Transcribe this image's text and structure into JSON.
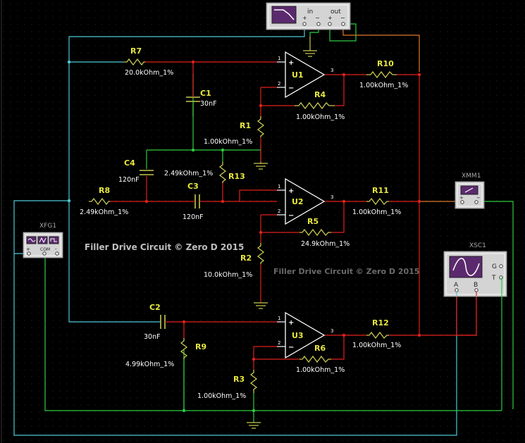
{
  "title": "Filler Drive Circuit © Zero D 2015",
  "watermark": "Filler Drive Circuit © Zero D 2015",
  "colors": {
    "background": "#000000",
    "grid": "#3a3a3a",
    "wire_red": "#e0201c",
    "wire_cyan": "#4ec9d8",
    "wire_green": "#2ecc40",
    "wire_orange": "#e0782a",
    "component": "#c8c850",
    "label": "#e8e840",
    "value": "#ffffff"
  },
  "instruments": {
    "bode": {
      "in_label": "in",
      "out_label": "out",
      "icon": "bode-curve-icon"
    },
    "xmm1": {
      "label": "XMM1",
      "icon": "multimeter-icon"
    },
    "xfg1": {
      "label": "XFG1",
      "icon": "waveform-icon",
      "pins": [
        "+",
        "COM",
        "-"
      ]
    },
    "xsc1": {
      "label": "XSC1",
      "icon": "sine-wave-icon",
      "a_label": "A",
      "b_label": "B",
      "g_label": "G",
      "t_label": "T"
    }
  },
  "opamps": [
    {
      "ref": "U1",
      "pin_in_plus": "1",
      "pin_in_minus": "2",
      "pin_out": "3"
    },
    {
      "ref": "U2",
      "pin_in_plus": "1",
      "pin_in_minus": "2",
      "pin_out": "3"
    },
    {
      "ref": "U3",
      "pin_in_plus": "1",
      "pin_in_minus": "2",
      "pin_out": "3"
    }
  ],
  "resistors": [
    {
      "ref": "R7",
      "value": "20.0kOhm_1%"
    },
    {
      "ref": "R10",
      "value": "1.00kOhm_1%"
    },
    {
      "ref": "R4",
      "value": "1.00kOhm_1%"
    },
    {
      "ref": "R1",
      "value": "1.00kOhm_1%"
    },
    {
      "ref": "R13",
      "value": "2.49kOhm_1%"
    },
    {
      "ref": "R8",
      "value": "2.49kOhm_1%"
    },
    {
      "ref": "R11",
      "value": "1.00kOhm_1%"
    },
    {
      "ref": "R5",
      "value": "24.9kOhm_1%"
    },
    {
      "ref": "R2",
      "value": "10.0kOhm_1%"
    },
    {
      "ref": "R12",
      "value": "1.00kOhm_1%"
    },
    {
      "ref": "R9",
      "value": "4.99kOhm_1%"
    },
    {
      "ref": "R6",
      "value": "1.00kOhm_1%"
    },
    {
      "ref": "R3",
      "value": "1.00kOhm_1%"
    }
  ],
  "capacitors": [
    {
      "ref": "C1",
      "value": "30nF"
    },
    {
      "ref": "C4",
      "value": "120nF"
    },
    {
      "ref": "C3",
      "value": "120nF"
    },
    {
      "ref": "C2",
      "value": "30nF"
    }
  ]
}
